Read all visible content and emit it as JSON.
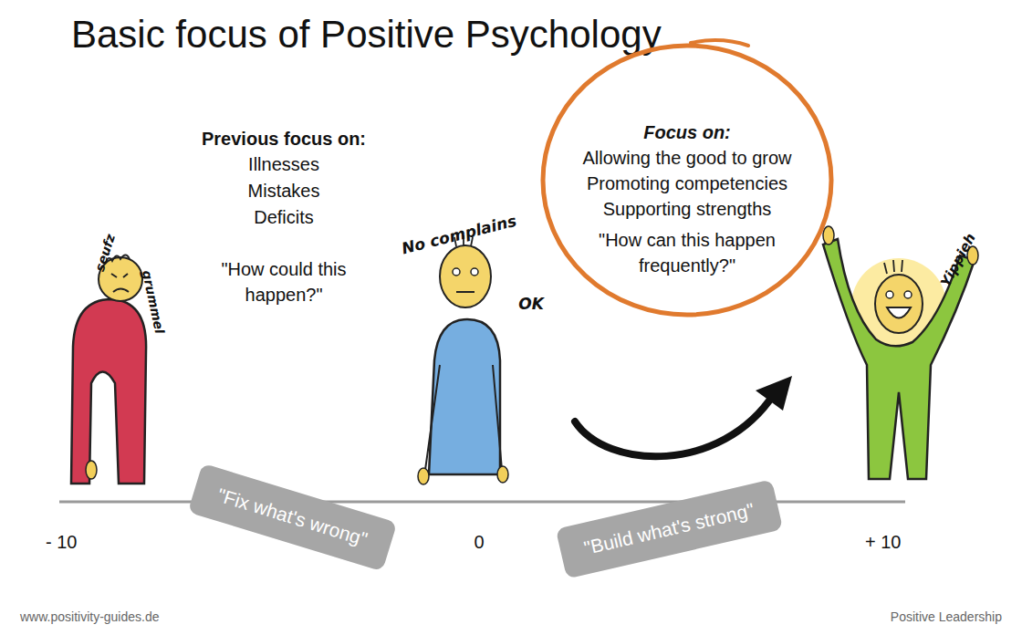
{
  "diagram": {
    "title": "Basic focus of Positive Psychology",
    "nodes": [
      {
        "text": [
          "Focus on:",
          "Allowing the good to grow",
          "Promoting competencies",
          "Supporting strengths",
          "\"How can this happen frequently?\""
        ]
      },
      {
        "text": [
          "\"Fix what's wrong\""
        ]
      },
      {
        "text": [
          "\"Build what's strong\""
        ]
      }
    ],
    "labels": [
      "Previous focus on:",
      "Illnesses",
      "Mistakes",
      "Deficits",
      "\"How could this happen?\"",
      "seufz",
      "grummel",
      "No complains",
      "OK",
      "Yippieh",
      "- 10",
      "0",
      "+ 10",
      "www.positivity-guides.de",
      "Positive Leadership"
    ]
  }
}
